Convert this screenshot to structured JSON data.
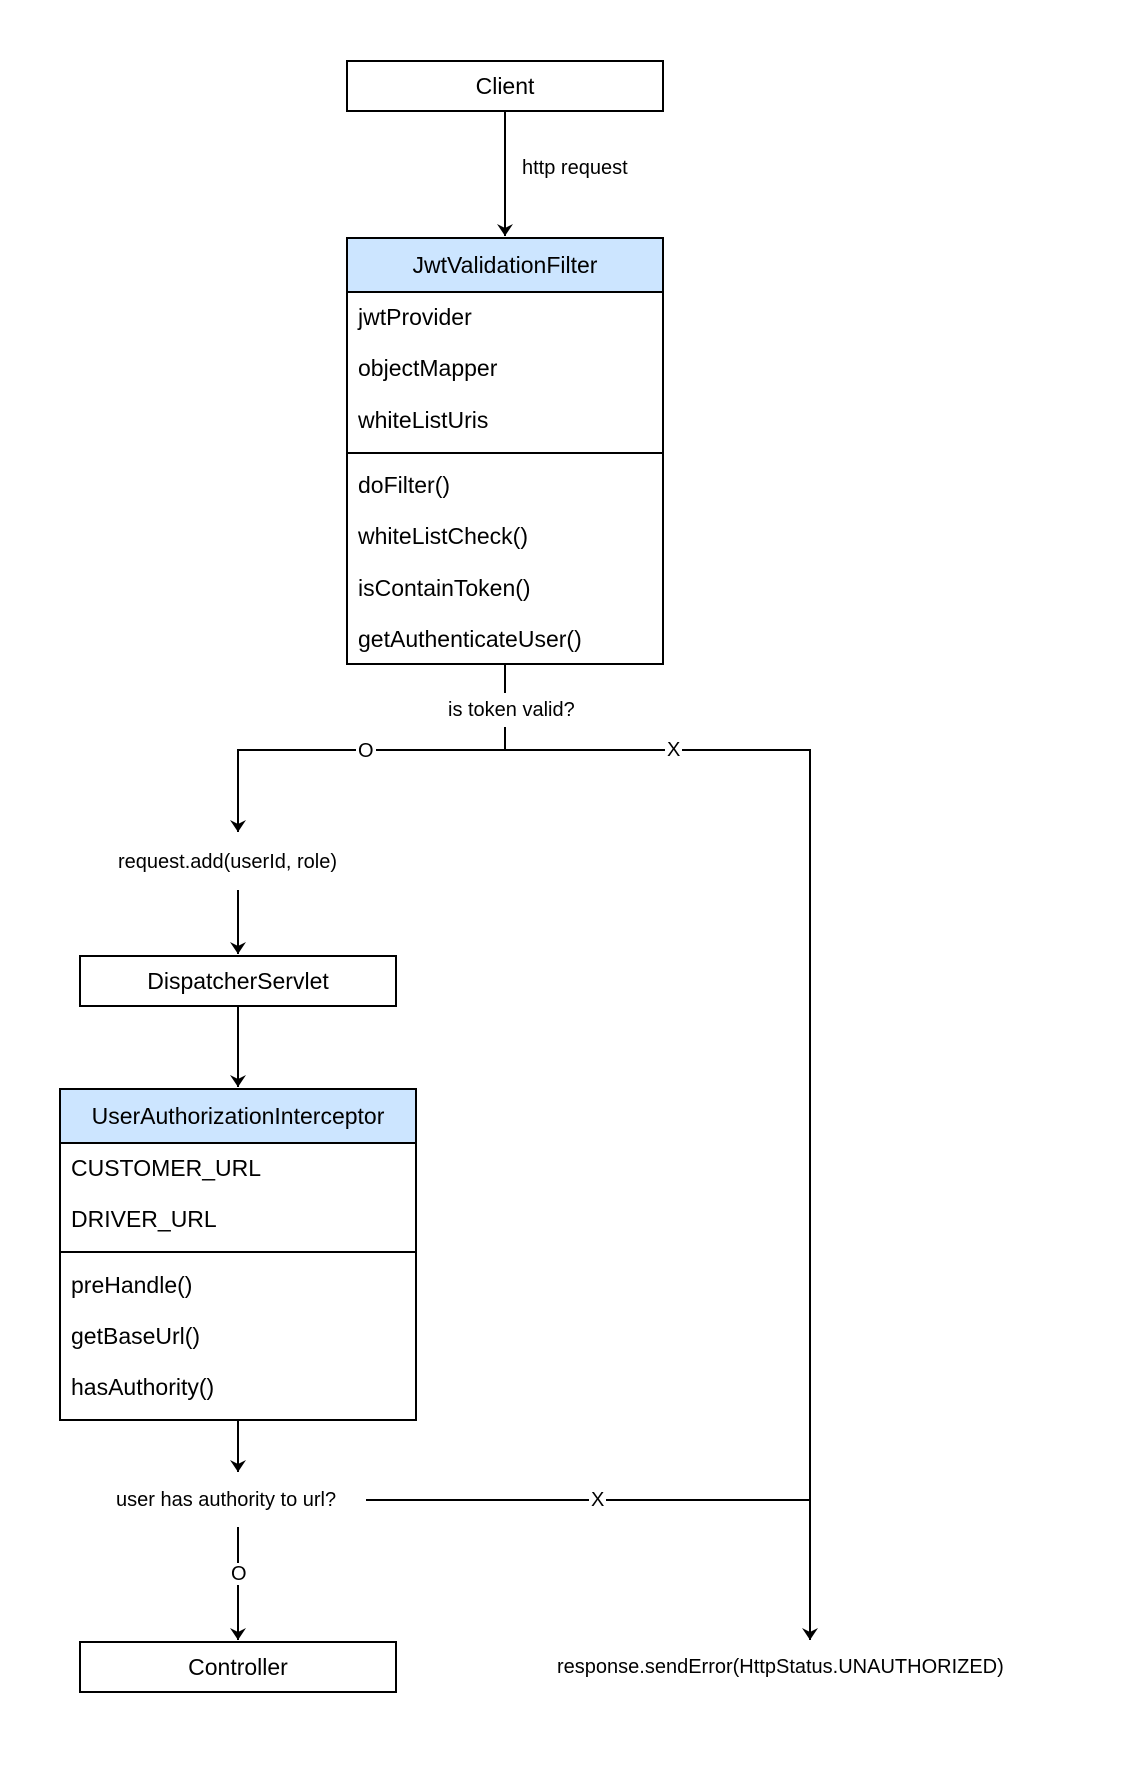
{
  "colors": {
    "class_header_fill": "#cce5ff",
    "line": "#000000",
    "background": "#ffffff"
  },
  "nodes": {
    "client": {
      "title": "Client"
    },
    "jwt_filter": {
      "title": "JwtValidationFilter",
      "fields": [
        "jwtProvider",
        "objectMapper",
        "whiteListUris"
      ],
      "methods": [
        "doFilter()",
        "whiteListCheck()",
        "isContainToken()",
        "getAuthenticateUser()"
      ]
    },
    "dispatcher": {
      "title": "DispatcherServlet"
    },
    "interceptor": {
      "title": "UserAuthorizationInterceptor",
      "fields": [
        "CUSTOMER_URL",
        "DRIVER_URL"
      ],
      "methods": [
        "preHandle()",
        "getBaseUrl()",
        "hasAuthority()"
      ]
    },
    "controller": {
      "title": "Controller"
    }
  },
  "labels": {
    "http_request": "http request",
    "token_valid": "is token valid?",
    "token_valid_yes": "O",
    "token_valid_no": "X",
    "request_add": "request.add(userId, role)",
    "has_authority": "user has authority to url?",
    "has_authority_no": "X",
    "has_authority_yes": "O",
    "send_error": "response.sendError(HttpStatus.UNAUTHORIZED)"
  }
}
